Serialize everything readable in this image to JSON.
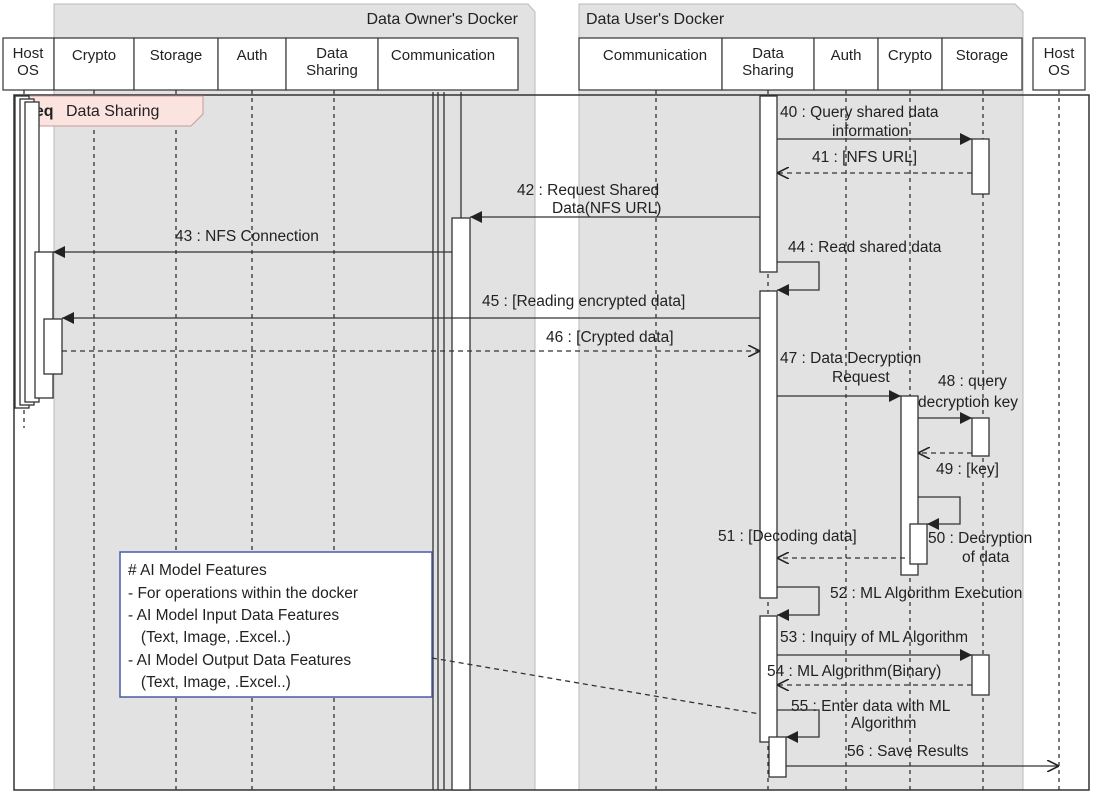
{
  "packages": {
    "owner": "Data Owner's Docker",
    "user": "Data User's Docker"
  },
  "lifelines": {
    "host_os_owner": "Host\nOS",
    "crypto_owner": "Crypto",
    "storage_owner": "Storage",
    "auth_owner": "Auth",
    "datasharing_owner": "Data\nSharing",
    "comm_owner": "Communication",
    "comm_user": "Communication",
    "datasharing_user": "Data\nSharing",
    "auth_user": "Auth",
    "crypto_user": "Crypto",
    "storage_user": "Storage",
    "host_os_user": "Host\nOS"
  },
  "frame": {
    "keyword": "seq",
    "name": "Data Sharing"
  },
  "messages": {
    "m40": "40 : Query shared data\ninformation",
    "m41": "41 : [NFS URL]",
    "m42": "42 : Request Shared\nData(NFS URL)",
    "m43": "43 : NFS Connection",
    "m44": "44 : Read shared data",
    "m45": "45 : [Reading encrypted data]",
    "m46": "46 : [Crypted data]",
    "m47": "47 : Data Decryption\nRequest",
    "m48": "48 : query\ndecryption key",
    "m49": "49 : [key]",
    "m50": "50 : Decryption\nof data",
    "m51": "51 : [Decoding data]",
    "m52": "52 : ML Algorithm Execution",
    "m53": "53 : Inquiry of ML Algorithm",
    "m54": "54 : ML Algorithm(Binary)",
    "m55": "55 : Enter data with ML\nAlgorithm",
    "m56": "56 : Save Results"
  },
  "note": {
    "lines": [
      "# AI Model Features",
      "- For operations within the docker",
      "- AI Model Input Data Features",
      "  (Text, Image, .Excel..)",
      "- AI Model Output Data Features",
      "  (Text, Image, .Excel..)"
    ]
  }
}
